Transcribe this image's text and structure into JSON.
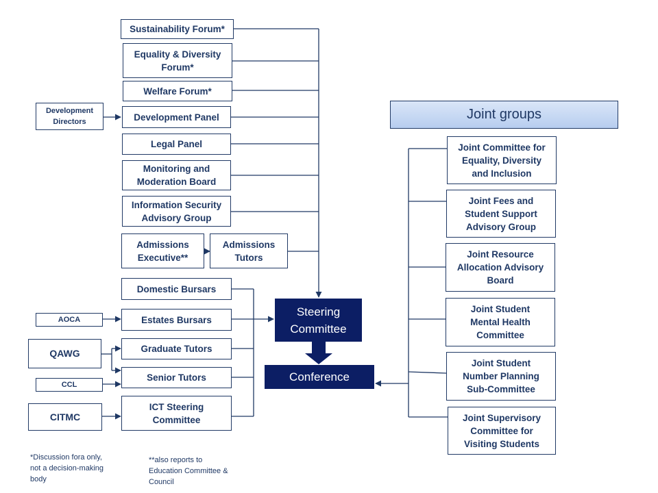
{
  "colors": {
    "navy": "#1f3864",
    "dark_fill": "#0c1e64",
    "header_fill": "#c9daf3",
    "line": "#1f3864"
  },
  "left_column": {
    "sustainability_forum": "Sustainability Forum*",
    "equality_diversity_forum": "Equality & Diversity\nForum*",
    "welfare_forum": "Welfare Forum*",
    "development_panel": "Development Panel",
    "legal_panel": "Legal Panel",
    "monitoring_moderation_board": "Monitoring and\nModeration Board",
    "information_security_group": "Information Security\nAdvisory Group",
    "admissions_executive": "Admissions\nExecutive**",
    "admissions_tutors": "Admissions\nTutors",
    "domestic_bursars": "Domestic Bursars",
    "estates_bursars": "Estates Bursars",
    "graduate_tutors": "Graduate Tutors",
    "senior_tutors": "Senior Tutors",
    "ict_steering_committee": "ICT Steering\nCommittee"
  },
  "feeders": {
    "development_directors": "Development\nDirectors",
    "aoca": "AOCA",
    "qawg": "QAWG",
    "ccl": "CCL",
    "citmc": "CITMC"
  },
  "center": {
    "steering_committee": "Steering\nCommittee",
    "conference": "Conference"
  },
  "joint_groups": {
    "header": "Joint groups",
    "items": [
      "Joint Committee for\nEquality, Diversity\nand Inclusion",
      "Joint Fees and\nStudent Support\nAdvisory Group",
      "Joint Resource\nAllocation Advisory\nBoard",
      "Joint Student\nMental Health\nCommittee",
      "Joint Student\nNumber Planning\nSub-Committee",
      "Joint Supervisory\nCommittee for\nVisiting Students"
    ]
  },
  "notes": {
    "discussion_fora": "*Discussion fora only,\nnot a decision-making\nbody",
    "also_reports": "**also reports to\nEducation Committee  &\nCouncil"
  }
}
